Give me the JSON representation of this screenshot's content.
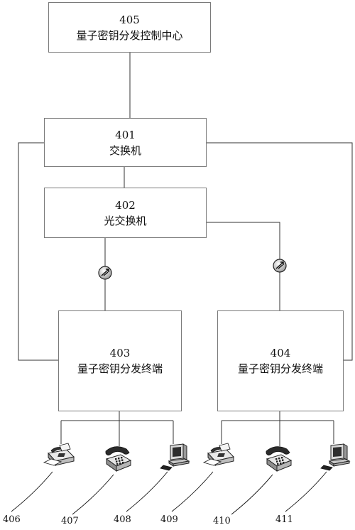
{
  "nodes": {
    "n405": {
      "id": "405",
      "label": "量子密钥分发控制中心"
    },
    "n401": {
      "id": "401",
      "label": "交换机"
    },
    "n402": {
      "id": "402",
      "label": "光交换机"
    },
    "n403": {
      "id": "403",
      "label": "量子密钥分发终端"
    },
    "n404": {
      "id": "404",
      "label": "量子密钥分发终端"
    }
  },
  "devices": [
    {
      "ref": "406",
      "icon": "fax-icon"
    },
    {
      "ref": "407",
      "icon": "telephone-icon"
    },
    {
      "ref": "408",
      "icon": "computer-icon"
    },
    {
      "ref": "409",
      "icon": "fax-icon"
    },
    {
      "ref": "410",
      "icon": "telephone-icon"
    },
    {
      "ref": "411",
      "icon": "computer-icon"
    }
  ],
  "colors": {
    "line": "#333333",
    "box_border": "#7a7a7a"
  }
}
